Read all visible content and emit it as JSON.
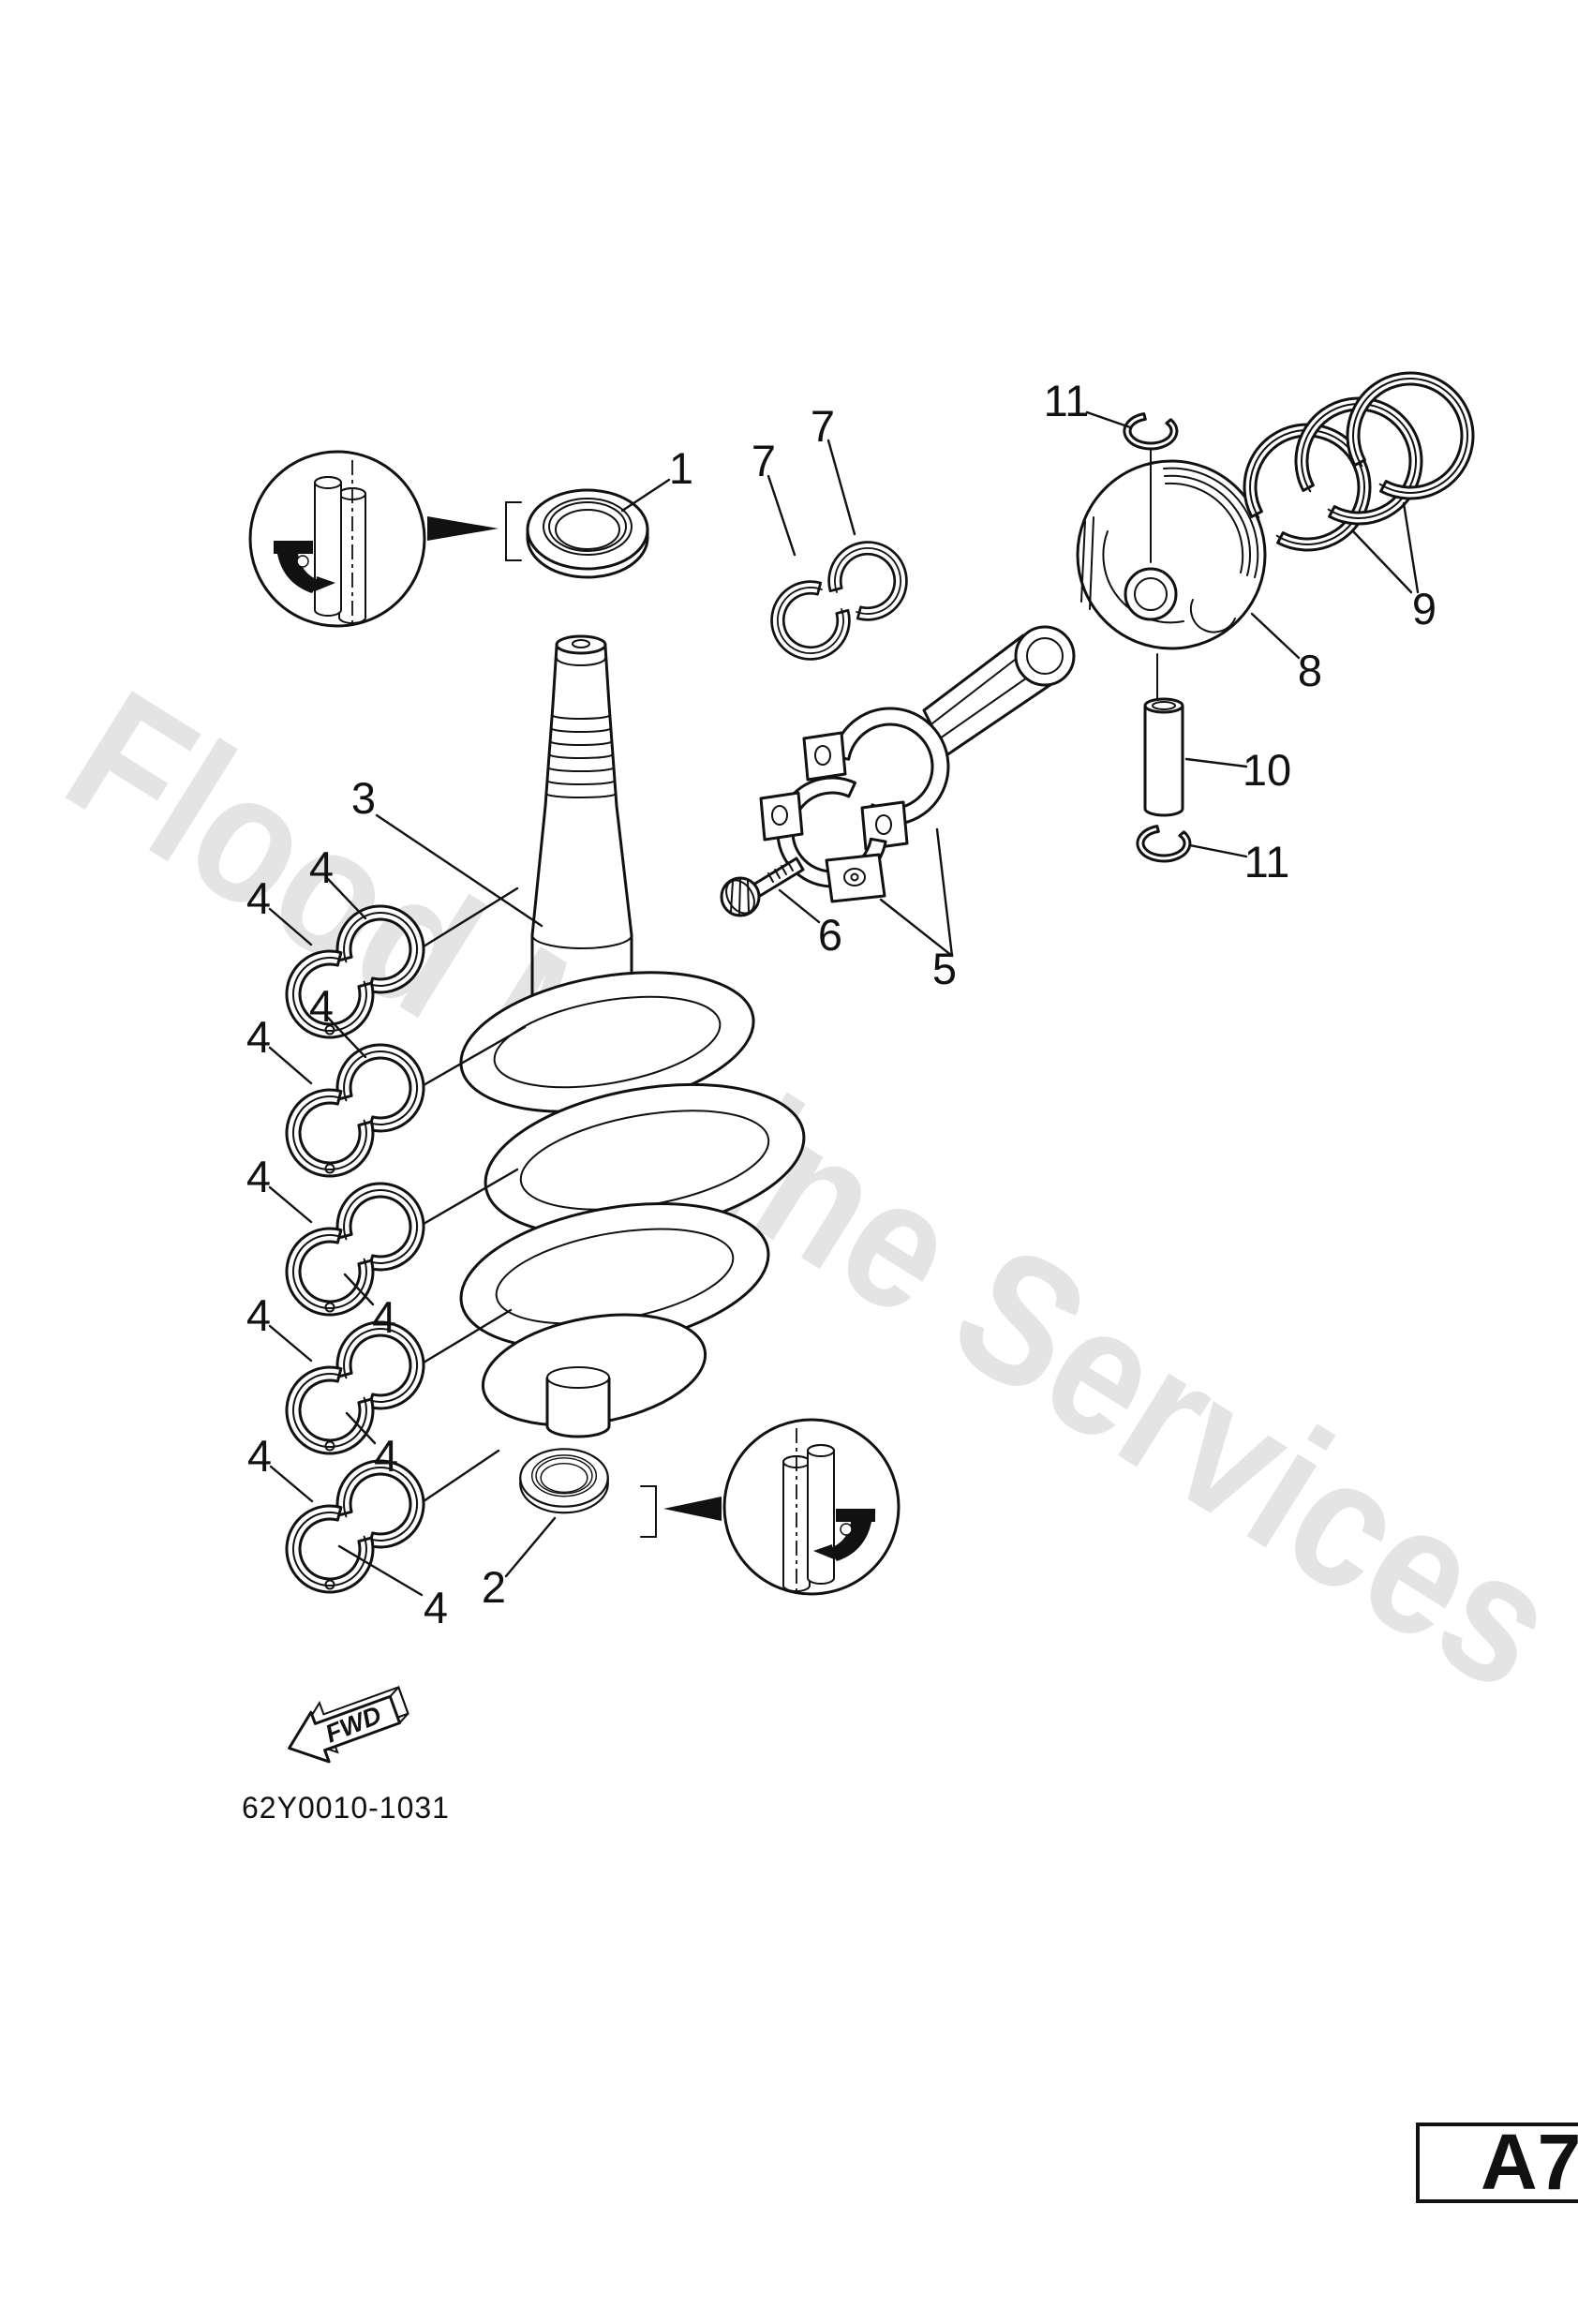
{
  "figure": {
    "watermark": "Flood Marine Services",
    "drawing_number": "62Y0010-1031",
    "fwd_label": "FWD",
    "page_ref": "A7"
  },
  "colors": {
    "line": "#111111",
    "watermark": "#e4e4e4",
    "background": "#ffffff"
  },
  "callouts": [
    {
      "part": "oil-seal-top",
      "label": "1"
    },
    {
      "part": "rod-bearing-left",
      "label": "7"
    },
    {
      "part": "rod-bearing-right",
      "label": "7"
    },
    {
      "part": "piston-circlip-top",
      "label": "11"
    },
    {
      "part": "piston-rings",
      "label": "9"
    },
    {
      "part": "piston",
      "label": "8"
    },
    {
      "part": "piston-pin",
      "label": "10"
    },
    {
      "part": "piston-circlip-bottom",
      "label": "11"
    },
    {
      "part": "crankshaft",
      "label": "3"
    },
    {
      "part": "cap-bolt",
      "label": "6"
    },
    {
      "part": "connecting-rod",
      "label": "5"
    },
    {
      "part": "oil-seal-bottom",
      "label": "2"
    },
    {
      "part": "main-bearing-p1a",
      "label": "4"
    },
    {
      "part": "main-bearing-p1b",
      "label": "4"
    },
    {
      "part": "main-bearing-p2a",
      "label": "4"
    },
    {
      "part": "main-bearing-p2b",
      "label": "4"
    },
    {
      "part": "main-bearing-p3a",
      "label": "4"
    },
    {
      "part": "main-bearing-p3b",
      "label": "4"
    },
    {
      "part": "main-bearing-p4a",
      "label": "4"
    },
    {
      "part": "main-bearing-p4b",
      "label": "4"
    },
    {
      "part": "main-bearing-p5a",
      "label": "4"
    },
    {
      "part": "main-bearing-p5b",
      "label": "4"
    }
  ]
}
